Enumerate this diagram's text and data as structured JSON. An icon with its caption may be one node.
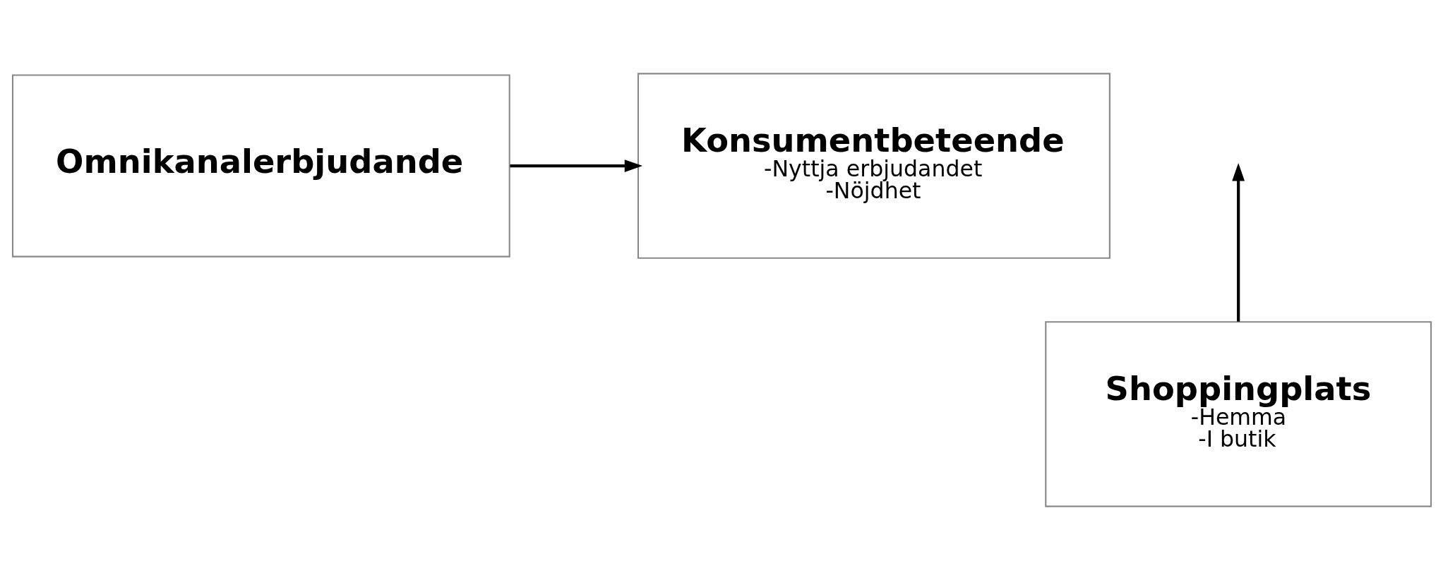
{
  "diagram": {
    "nodes": [
      {
        "text": [
          "Omnikanalerbjudande"
        ]
      },
      {
        "text": [
          "Konsumentbeteende",
          "-Nyttja erbjudandet",
          "-Nöjdhet"
        ]
      },
      {
        "text": [
          "Shoppingplats",
          "-Hemma",
          "-I butik"
        ]
      }
    ],
    "edges": [
      {
        "from": 0,
        "to": 1,
        "arrow": "to"
      },
      {
        "from": 2,
        "to": null,
        "arrow": "to"
      }
    ]
  }
}
